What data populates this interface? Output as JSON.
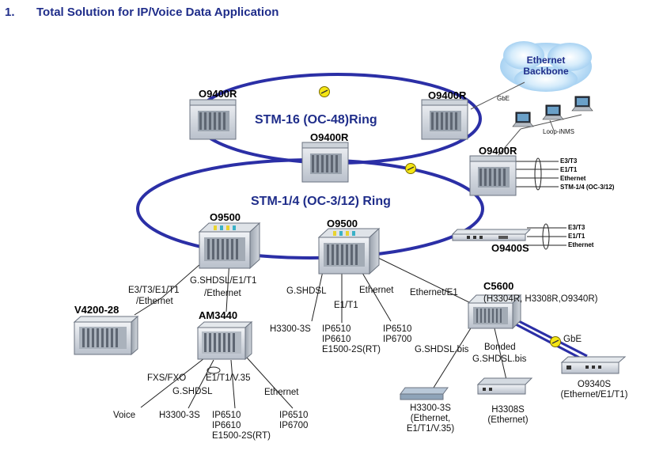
{
  "header": {
    "number": "1.",
    "title": "Total Solution for IP/Voice Data Application"
  },
  "cloud": {
    "line1": "Ethernet",
    "line2": "Backbone"
  },
  "rings": {
    "outer": "STM-16 (OC-48)Ring",
    "inner": "STM-1/4 (OC-3/12) Ring"
  },
  "nodes": {
    "o9400r_tl": "O9400R",
    "o9400r_tr": "O9400R",
    "o9400r_mid": "O9400R",
    "o9400r_right": "O9400R",
    "o9500_left": "O9500",
    "o9500_mid": "O9500",
    "o9400s": "O9400S",
    "c5600": "C5600",
    "c5600_sub": "(H3304R, H3308R,O9340R)",
    "v4200": "V4200-28",
    "am3440": "AM3440"
  },
  "links": {
    "gbe_top": "GbE",
    "loop_inms": "Loop-iNMS",
    "o9400r_ifaces": [
      "E3/T3",
      "E1/T1",
      "Ethernet",
      "STM-1/4 (OC-3/12)"
    ],
    "o9400s_ifaces": [
      "E3/T3",
      "E1/T1",
      "Ethernet"
    ],
    "left_a1": "E3/T3/E1/T1",
    "left_a2": "/Ethernet",
    "left_b1": "G.SHDSL/E1/T1",
    "left_b2": "/Ethernet",
    "gshdsl": "G.SHDSL",
    "e1t1": "E1/T1",
    "ethernet": "Ethernet",
    "ethernet_e1": "Ethernet/E1",
    "gshdsl_bis": "G.SHDSL.bis",
    "bonded1": "Bonded",
    "bonded2": "G.SHDSL.bis",
    "gbe_right": "GbE",
    "fxs": "FXS/FXO",
    "e1v35": "E1/T1/V.35",
    "am_gshdsl": "G.SHDSL",
    "am_ethernet": "Ethernet"
  },
  "endpoints": {
    "h3300_mid": "H3300-3S",
    "ip_mid": [
      "IP6510",
      "IP6610",
      "E1500-2S(RT)"
    ],
    "ip_right_mid": [
      "IP6510",
      "IP6700"
    ],
    "voice": "Voice",
    "h3300_bot": "H3300-3S",
    "ip_bot": [
      "IP6510",
      "IP6610",
      "E1500-2S(RT)"
    ],
    "ip_bot_right": [
      "IP6510",
      "IP6700"
    ],
    "h3300_c": [
      "H3300-3S",
      "(Ethernet,",
      "E1/T1/V.35)"
    ],
    "h3308s": [
      "H3308S",
      "(Ethernet)"
    ],
    "o9340s": [
      "O9340S",
      "(Ethernet/E1/T1)"
    ]
  }
}
